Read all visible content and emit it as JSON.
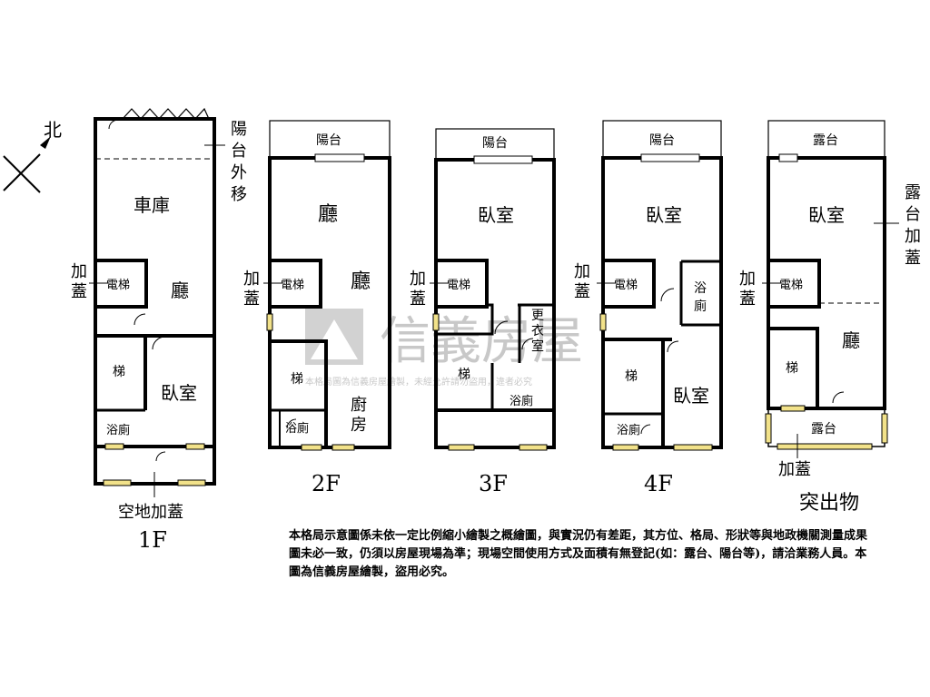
{
  "compass": {
    "north": "北"
  },
  "floors": {
    "f1": {
      "label": "1F",
      "rooms": {
        "garage": "車庫",
        "elevator": "電梯",
        "living": "廳",
        "stairs": "梯",
        "bedroom": "臥室",
        "bath": "浴廁"
      },
      "notes": {
        "balcony_moved_out": "陽台外移",
        "addition": "加蓋",
        "vacant_addition": "空地加蓋"
      }
    },
    "f2": {
      "label": "2F",
      "rooms": {
        "balcony": "陽台",
        "living": "廳",
        "elevator": "電梯",
        "living2": "廳",
        "stairs": "梯",
        "bath": "浴廁",
        "kitchen": "廚房"
      },
      "notes": {
        "addition": "加蓋"
      }
    },
    "f3": {
      "label": "3F",
      "rooms": {
        "balcony": "陽台",
        "bedroom": "臥室",
        "elevator": "電梯",
        "dressing": "更衣室",
        "stairs": "梯",
        "bath": "浴廁"
      },
      "notes": {
        "addition": "加蓋"
      }
    },
    "f4": {
      "label": "4F",
      "rooms": {
        "balcony": "陽台",
        "bedroom": "臥室",
        "elevator": "電梯",
        "bath": "浴廁",
        "stairs": "梯",
        "bath2": "浴廁",
        "bedroom2": "臥室"
      },
      "notes": {
        "addition": "加蓋"
      }
    },
    "roof": {
      "label": "突出物",
      "rooms": {
        "terrace": "露台",
        "bedroom": "臥室",
        "elevator": "電梯",
        "stairs": "梯",
        "living": "廳",
        "terrace2": "露台"
      },
      "notes": {
        "terrace_addition": "露台加蓋",
        "addition": "加蓋",
        "addition2": "加蓋"
      }
    }
  },
  "watermark": {
    "brand": "信義房屋",
    "notice": "本格局圖為信義房屋繪製，未經允許請勿盜用，違者必究"
  },
  "disclaimer": "本格局示意圖係未依一定比例縮小繪製之概繪圖，與實況仍有差距，其方位、格局、形狀等與地政機關測量成果圖未必一致，仍須以房屋現場為準；現場空間使用方式及面積有無登記(如：露台、陽台等)，請洽業務人員。本圖為信義房屋繪製，盜用必究。"
}
